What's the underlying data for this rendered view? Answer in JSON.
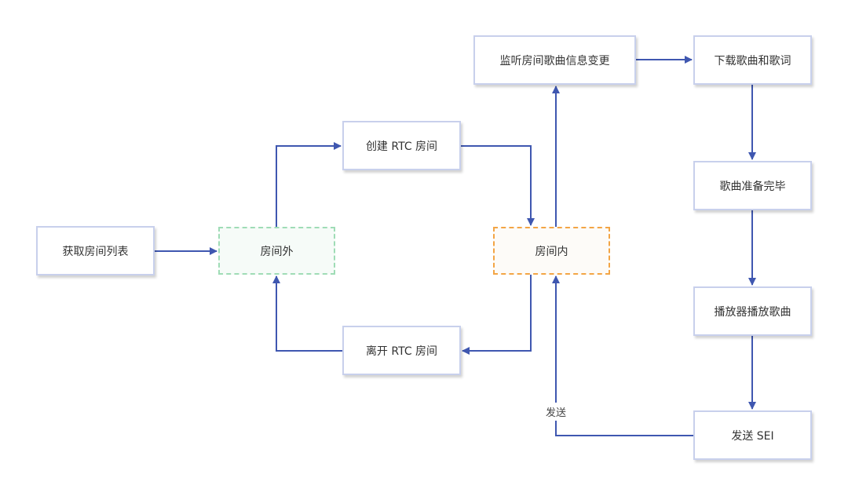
{
  "colors": {
    "edge": "#3f57b0",
    "node_border": "#c8d0ec",
    "outside_border": "#9fdcb6",
    "inside_border": "#f3a545"
  },
  "nodes": {
    "get_room_list": "获取房间列表",
    "outside_room": "房间外",
    "create_rtc_room": "创建 RTC 房间",
    "leave_rtc_room": "离开 RTC 房间",
    "inside_room": "房间内",
    "listen_song_change": "监听房间歌曲信息变更",
    "download_song_lyrics": "下载歌曲和歌词",
    "song_ready": "歌曲准备完毕",
    "player_play_song": "播放器播放歌曲",
    "send_sei": "发送 SEI"
  },
  "edges": [
    {
      "from": "get_room_list",
      "to": "outside_room"
    },
    {
      "from": "outside_room",
      "to": "create_rtc_room"
    },
    {
      "from": "create_rtc_room",
      "to": "inside_room"
    },
    {
      "from": "inside_room",
      "to": "leave_rtc_room"
    },
    {
      "from": "leave_rtc_room",
      "to": "outside_room"
    },
    {
      "from": "inside_room",
      "to": "listen_song_change"
    },
    {
      "from": "listen_song_change",
      "to": "download_song_lyrics"
    },
    {
      "from": "download_song_lyrics",
      "to": "song_ready"
    },
    {
      "from": "song_ready",
      "to": "player_play_song"
    },
    {
      "from": "player_play_song",
      "to": "send_sei"
    },
    {
      "from": "send_sei",
      "to": "inside_room",
      "label": "发送"
    }
  ],
  "edge_labels": {
    "send": "发送"
  }
}
